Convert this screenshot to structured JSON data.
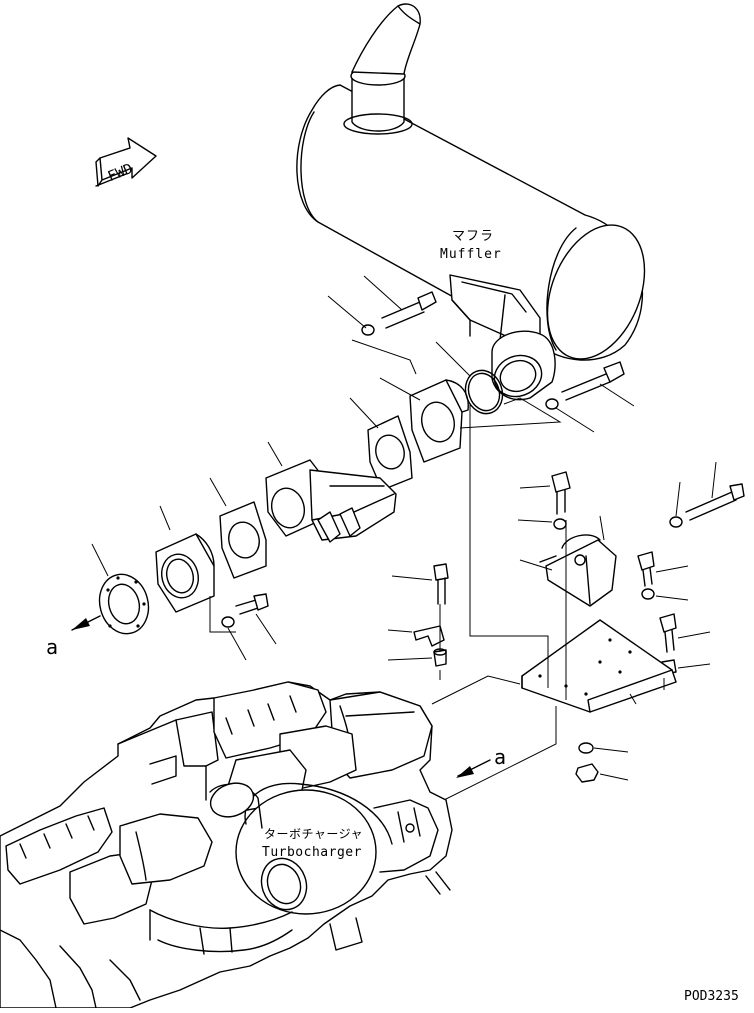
{
  "labels": {
    "fwd": "FWD",
    "muffler_jp": "マフラ",
    "muffler_en": "Muffler",
    "turbo_jp": "ターボチャージャ",
    "turbo_en": "Turbocharger",
    "view_a_left": "a",
    "view_a_right": "a",
    "figure_code": "POD3235"
  }
}
